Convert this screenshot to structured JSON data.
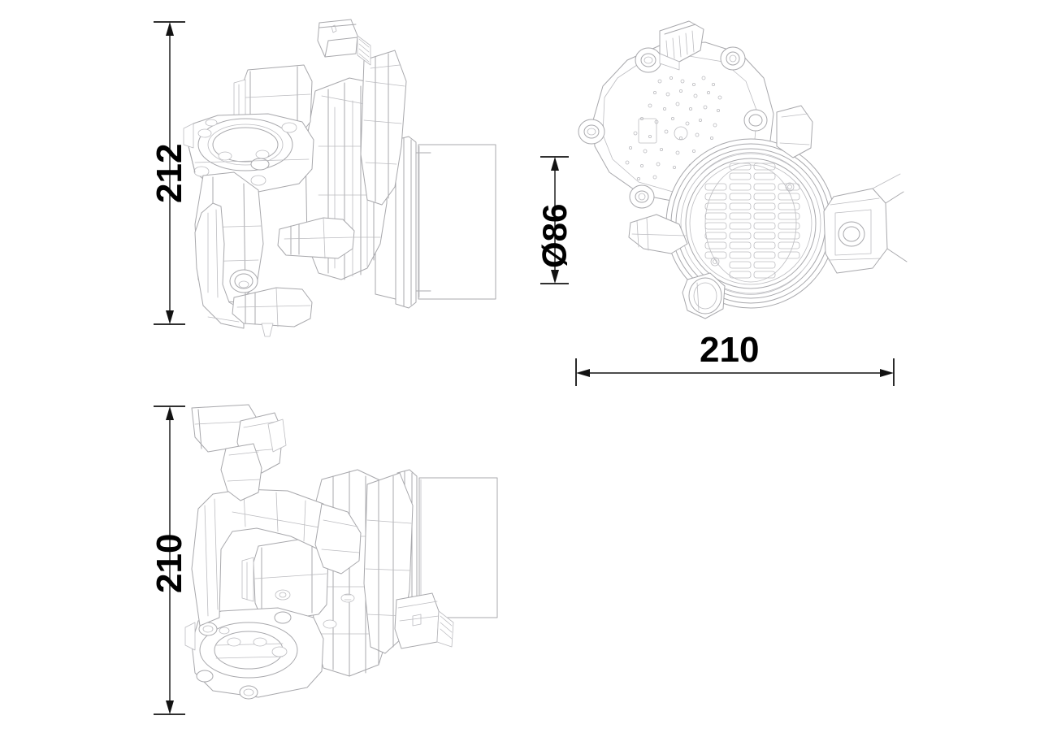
{
  "drawing": {
    "title": "EGR cooler module three-view technical drawing",
    "background_color": "#ffffff",
    "line_color": "#a8a8ac",
    "dimension_color": "#121212",
    "units": "mm",
    "views": [
      {
        "id": "view-front-left",
        "name": "front-elevation-view",
        "position": "top-left",
        "dimension_label": "212",
        "dimension_orientation": "vertical"
      },
      {
        "id": "view-plan-right",
        "name": "plan-view",
        "position": "top-right",
        "dimension_label": "210",
        "dimension_orientation": "horizontal",
        "secondary_dimension_label": "Ø86",
        "secondary_dimension_orientation": "vertical"
      },
      {
        "id": "view-rear-left",
        "name": "rear-elevation-view",
        "position": "bottom-left",
        "dimension_label": "210",
        "dimension_orientation": "vertical"
      }
    ],
    "dimensions": {
      "height_212": "212",
      "diameter_86": "Ø86",
      "width_210": "210",
      "height_210": "210"
    }
  }
}
